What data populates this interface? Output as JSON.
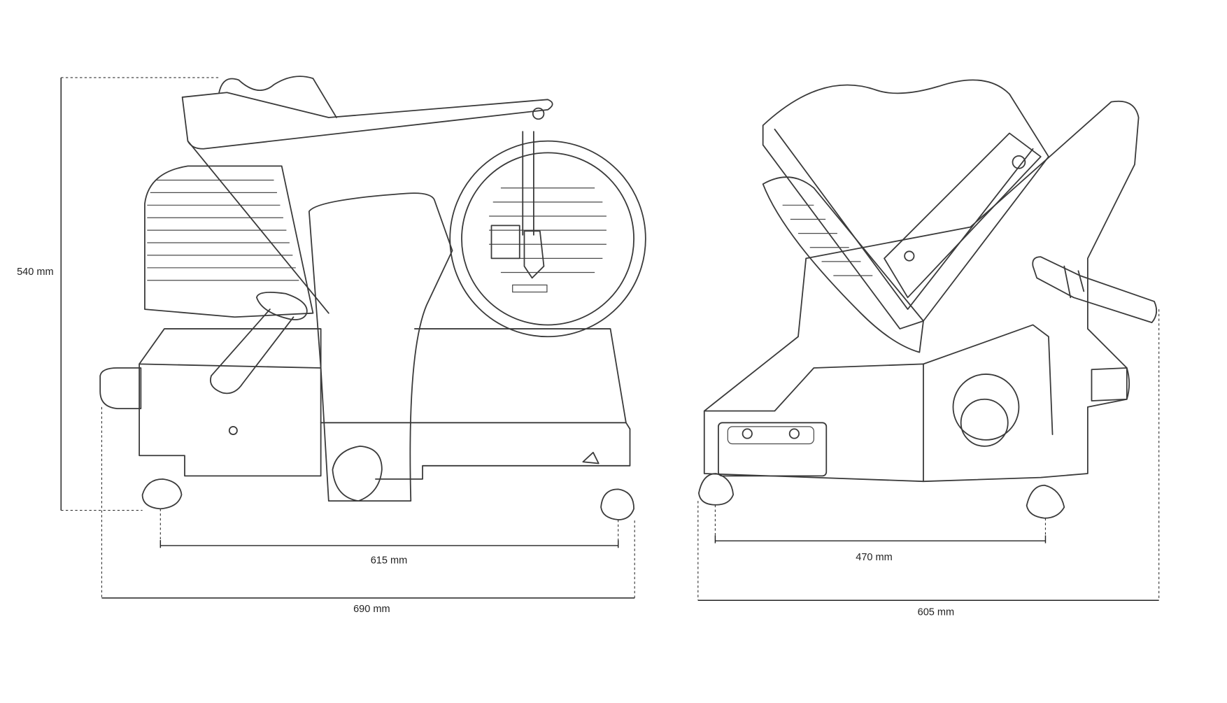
{
  "dimensions": {
    "height": "540 mm",
    "side_feet_span": "615 mm",
    "side_total_width": "690 mm",
    "front_feet_span": "470 mm",
    "front_total_width": "605 mm"
  }
}
